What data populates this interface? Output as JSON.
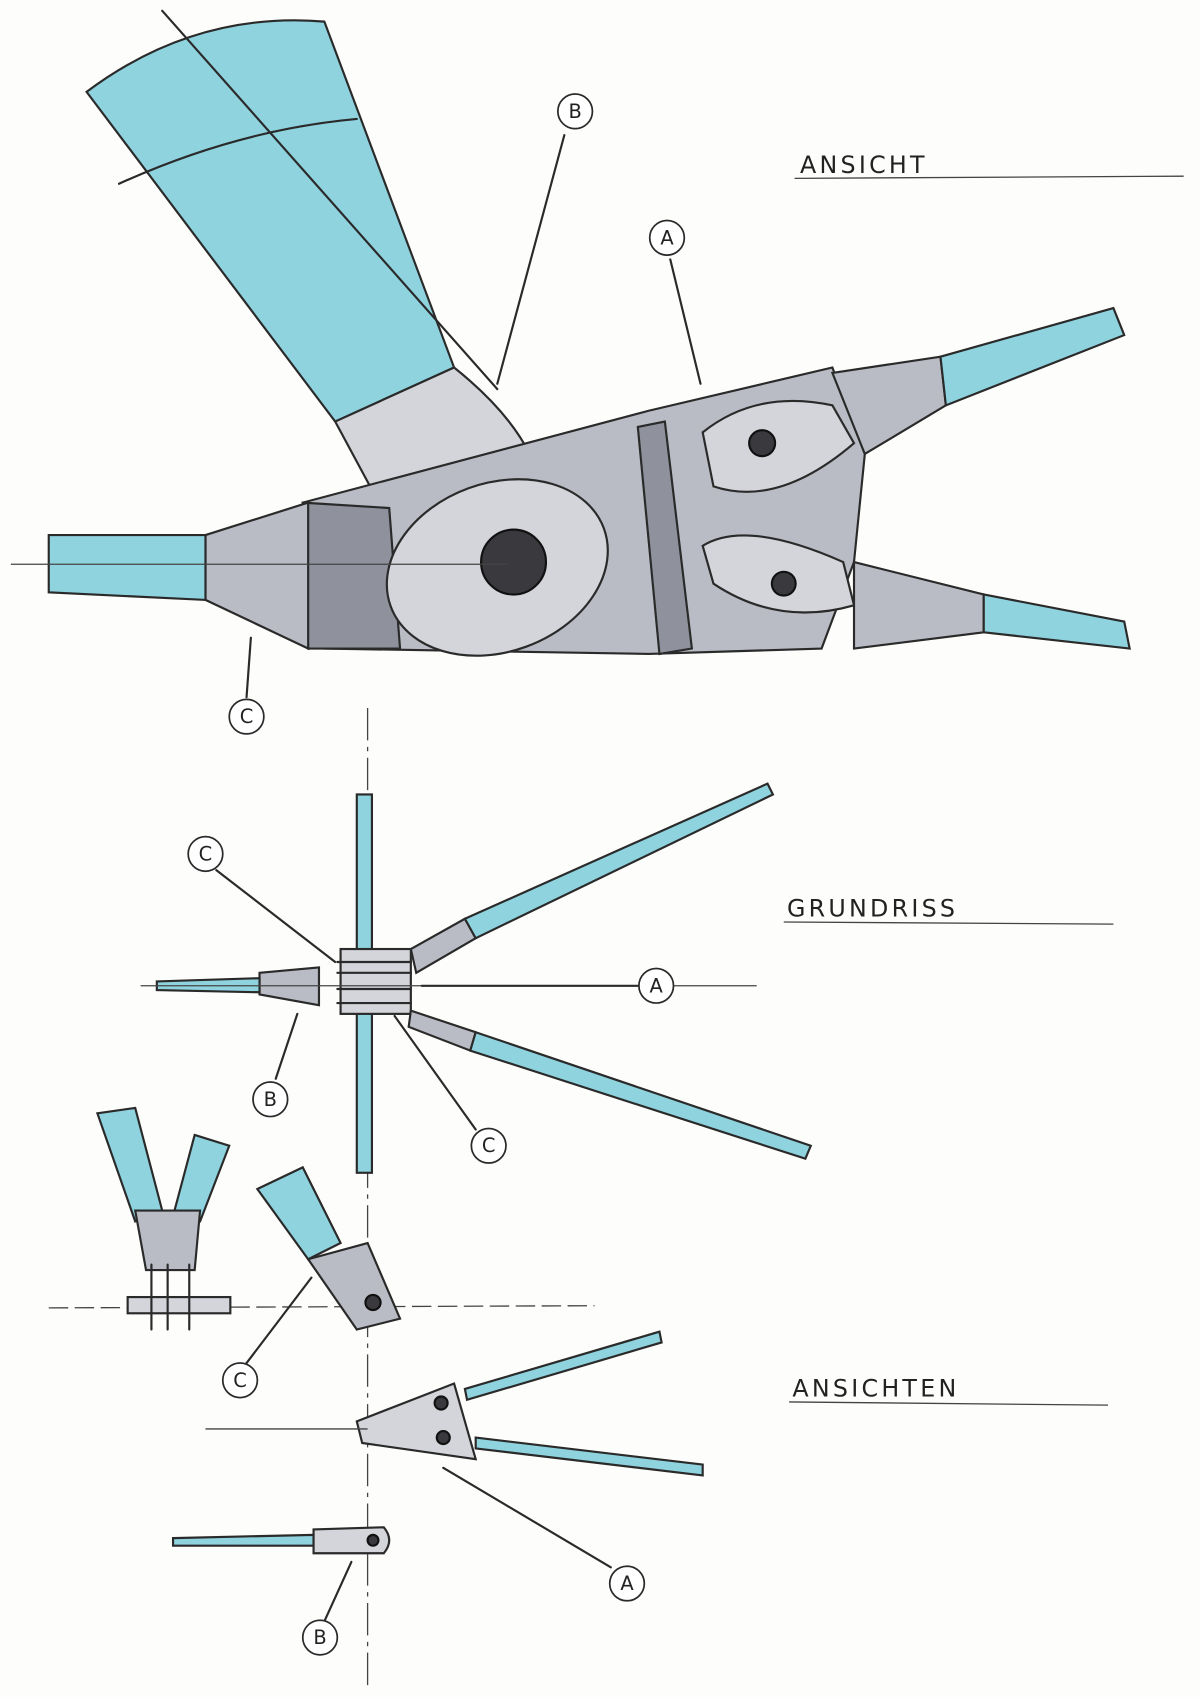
{
  "sections": {
    "view_title": "ANSICHT",
    "plan_title": "GRUNDRISS",
    "views_title": "ANSICHTEN"
  },
  "callouts": {
    "view_b": "B",
    "view_a": "A",
    "view_c": "C",
    "plan_c_top": "C",
    "plan_a": "A",
    "plan_b": "B",
    "plan_c_bottom": "C",
    "views_c": "C",
    "views_a": "A",
    "views_b": "B"
  },
  "colors": {
    "tube_blue": "#8fd3df",
    "node_grey": "#b9bcc4"
  }
}
